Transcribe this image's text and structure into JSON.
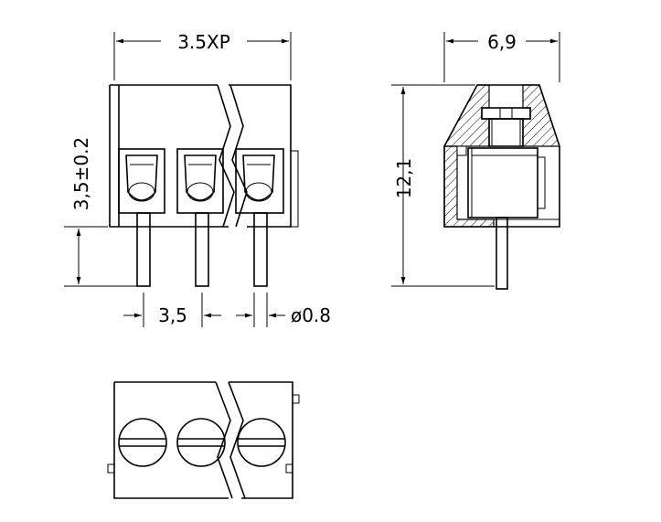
{
  "labels": {
    "pitch_total": "3.5XP",
    "height_offset": "3,5±0.2",
    "pitch": "3,5",
    "pin_diameter": "ø0.8",
    "depth": "6,9",
    "height": "12,1"
  },
  "colors": {
    "line": "#000000",
    "background": "#ffffff"
  }
}
